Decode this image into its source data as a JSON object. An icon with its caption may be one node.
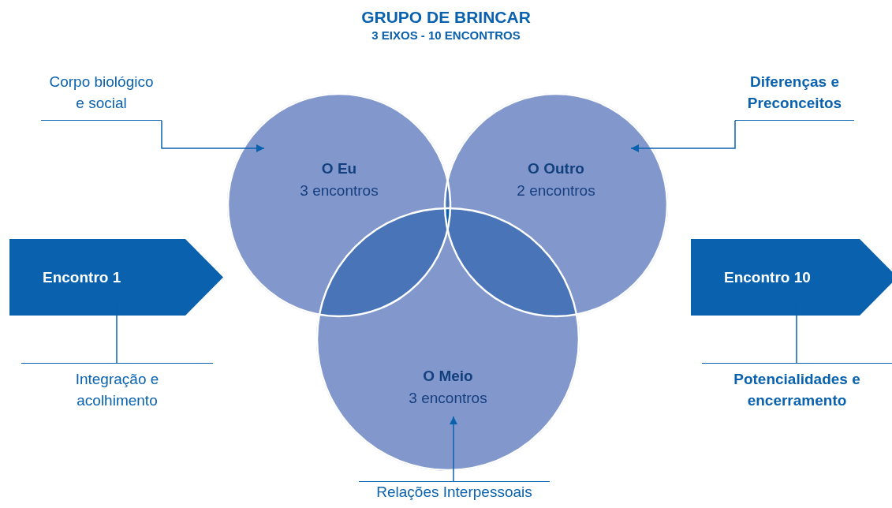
{
  "diagram": {
    "title": "GRUPO DE BRINCAR",
    "nodes": [
      {
        "text": [
          "Corpo biológico e social"
        ]
      },
      {
        "text": [
          "Diferenças e Preconceitos"
        ]
      },
      {
        "text": [
          "O Eu",
          "3 encontros"
        ]
      },
      {
        "text": [
          "O Outro",
          "2 encontros"
        ]
      },
      {
        "text": [
          "Encontro 1"
        ]
      },
      {
        "text": [
          "Encontro 10"
        ]
      },
      {
        "text": [
          "O Meio",
          "3 encontros"
        ]
      },
      {
        "text": [
          "Integração e acolhimento"
        ]
      },
      {
        "text": [
          "Potencialidades e encerramento"
        ]
      },
      {
        "text": [
          "Relações Interpessoais"
        ]
      }
    ],
    "edges": [
      {
        "from": 0,
        "to": 2,
        "arrow": "to"
      },
      {
        "from": 1,
        "to": 3,
        "arrow": "to"
      },
      {
        "from": 7,
        "to": 4,
        "arrow": "to"
      },
      {
        "from": 8,
        "to": 5,
        "arrow": "to"
      },
      {
        "from": 9,
        "to": 6,
        "arrow": "to"
      }
    ],
    "labels": [
      "3 EIXOS - 10 ENCONTROS"
    ]
  }
}
